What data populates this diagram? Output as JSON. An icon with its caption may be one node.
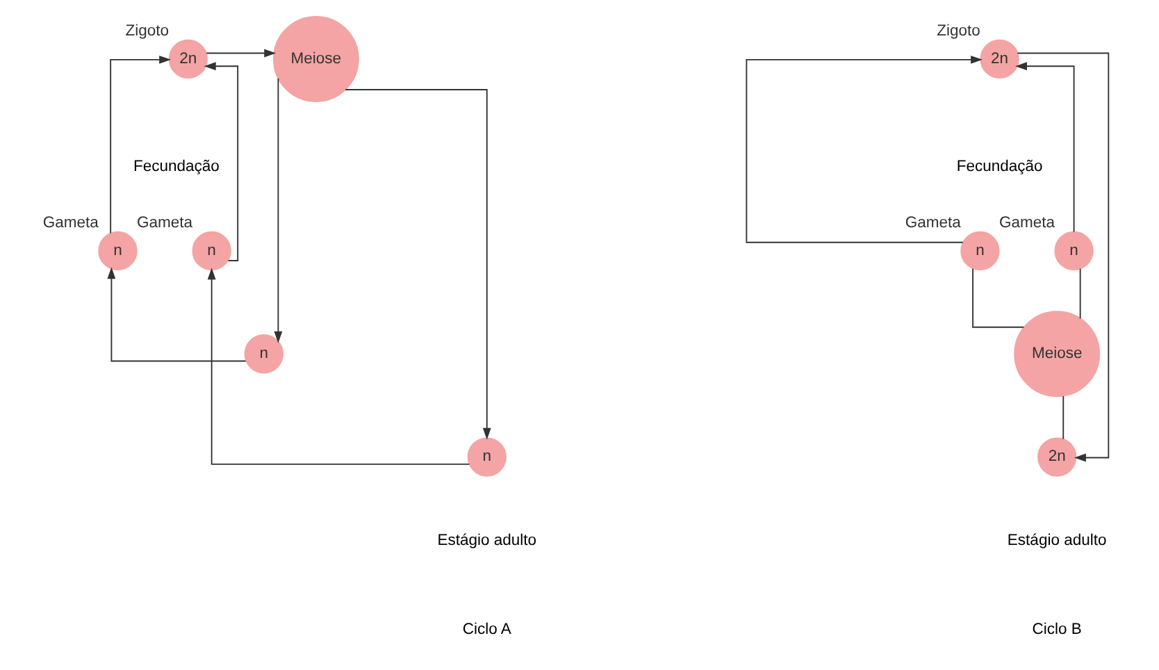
{
  "diagram": {
    "nodes": [
      {
        "text": [
          "n"
        ],
        "beside": [
          "Gameta"
        ]
      },
      {
        "text": [
          "n"
        ],
        "beside": [
          "Gameta"
        ]
      },
      {
        "text": [
          "2n"
        ],
        "beside": [
          "Zigoto"
        ]
      },
      {
        "text": [
          "Meiose"
        ]
      },
      {
        "text": [
          "n"
        ]
      },
      {
        "text": [
          "n"
        ]
      },
      {
        "text": [
          "2n"
        ],
        "beside": [
          "Zigoto"
        ]
      },
      {
        "text": [
          "n"
        ],
        "beside": [
          "Gameta"
        ]
      },
      {
        "text": [
          "n"
        ],
        "beside": [
          "Gameta"
        ]
      },
      {
        "text": [
          "Meiose"
        ]
      },
      {
        "text": [
          "2n"
        ]
      }
    ],
    "edges": [
      {
        "from": 0,
        "to": 2,
        "arrow": "to"
      },
      {
        "from": 1,
        "to": 2,
        "arrow": "to"
      },
      {
        "from": 2,
        "to": 3,
        "arrow": "to"
      },
      {
        "from": 3,
        "to": 4,
        "arrow": "to"
      },
      {
        "from": 3,
        "to": 5,
        "arrow": "to"
      },
      {
        "from": 4,
        "to": 1,
        "arrow": "to"
      },
      {
        "from": 5,
        "to": 0,
        "arrow": "to"
      },
      {
        "from": 7,
        "to": 6,
        "arrow": "to"
      },
      {
        "from": 8,
        "to": 6,
        "arrow": "to"
      },
      {
        "from": 6,
        "to": 10,
        "arrow": "to"
      },
      {
        "from": 10,
        "to": 9,
        "arrow": "none"
      },
      {
        "from": 9,
        "to": 7,
        "arrow": "none"
      },
      {
        "from": 9,
        "to": 8,
        "arrow": "none"
      }
    ],
    "labels": [
      "Fecundação",
      "Estágio adulto",
      "Ciclo A",
      "Fecundação",
      "Estágio adulto",
      "Ciclo B"
    ]
  }
}
